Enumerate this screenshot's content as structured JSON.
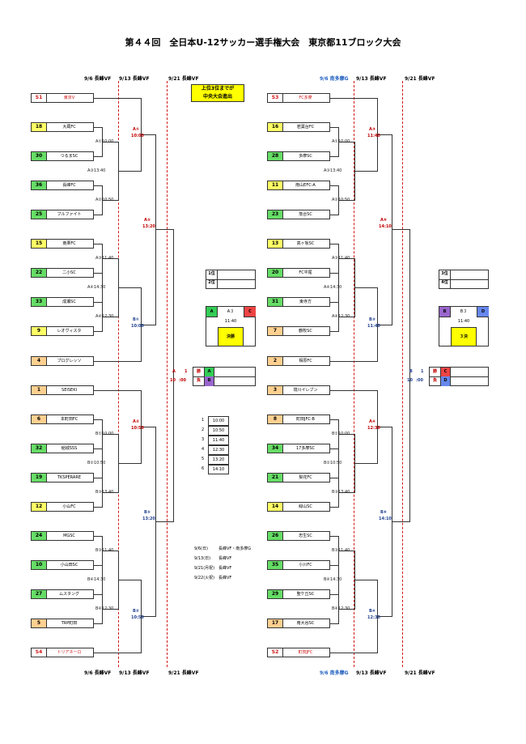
{
  "title": "第４４回　全日本U-12サッカー選手権大会　東京都11ブロック大会",
  "headers": {
    "r1_left": "9/6 長峰VF",
    "r2_left": "9/13 長峰VF",
    "r3_left": "9/21 長峰VF",
    "r1_right": "9/6 南多摩G",
    "r2_right": "9/13 長峰VF",
    "r3_right": "9/21 長峰VF"
  },
  "notice": [
    "上位3位までが",
    "中央大会進出"
  ],
  "left_teams": [
    {
      "seed": "S1",
      "name": "東京V"
    },
    {
      "seed": "18",
      "name": "大蔵FC"
    },
    {
      "seed": "30",
      "name": "つるまSC"
    },
    {
      "seed": "36",
      "name": "長峰FC"
    },
    {
      "seed": "25",
      "name": "ブルファイト"
    },
    {
      "seed": "15",
      "name": "南栗FC"
    },
    {
      "seed": "22",
      "name": "二小SC"
    },
    {
      "seed": "33",
      "name": "成瀬SC"
    },
    {
      "seed": "9",
      "name": "レオヴィスタ"
    },
    {
      "seed": "4",
      "name": "プログレッソ"
    },
    {
      "seed": "1",
      "name": "SEISEKI"
    },
    {
      "seed": "6",
      "name": "本町田FC"
    },
    {
      "seed": "32",
      "name": "稲城SSS"
    },
    {
      "seed": "19",
      "name": "TKSPERARE"
    },
    {
      "seed": "12",
      "name": "小山FC"
    },
    {
      "seed": "24",
      "name": "MGSC"
    },
    {
      "seed": "10",
      "name": "小山田SC"
    },
    {
      "seed": "27",
      "name": "ムスタング"
    },
    {
      "seed": "5",
      "name": "TRP町田"
    },
    {
      "seed": "S4",
      "name": "トリアネーロ"
    }
  ],
  "right_teams": [
    {
      "seed": "S3",
      "name": "FC多摩"
    },
    {
      "seed": "16",
      "name": "若葉台FC"
    },
    {
      "seed": "28",
      "name": "多摩SC"
    },
    {
      "seed": "11",
      "name": "南山EFC-A"
    },
    {
      "seed": "23",
      "name": "落合SC"
    },
    {
      "seed": "13",
      "name": "高ヶ坂SC"
    },
    {
      "seed": "20",
      "name": "FC平尾"
    },
    {
      "seed": "31",
      "name": "東寺方"
    },
    {
      "seed": "7",
      "name": "鶴牧SC"
    },
    {
      "seed": "2",
      "name": "相原FC"
    },
    {
      "seed": "3",
      "name": "境川イレブン"
    },
    {
      "seed": "8",
      "name": "町田JFC-B"
    },
    {
      "seed": "34",
      "name": "17多摩SC"
    },
    {
      "seed": "21",
      "name": "梨花FC"
    },
    {
      "seed": "14",
      "name": "緑山SC"
    },
    {
      "seed": "26",
      "name": "忠生SC"
    },
    {
      "seed": "35",
      "name": "小川FC"
    },
    {
      "seed": "29",
      "name": "聖ケ丘SC"
    },
    {
      "seed": "17",
      "name": "南大谷SC"
    },
    {
      "seed": "S2",
      "name": "町田JFC"
    }
  ],
  "left_match_labels": [
    {
      "text": "A①10:00"
    },
    {
      "text": "A②10:50"
    },
    {
      "text": "A③13:40"
    },
    {
      "text": "A③11:40"
    },
    {
      "text": "A④14:30"
    },
    {
      "text": "A④12:30"
    },
    {
      "text": "B①10:00"
    },
    {
      "text": "B②10:50"
    },
    {
      "text": "B③13:40"
    },
    {
      "text": "B③11:40"
    },
    {
      "text": "B④14:30"
    },
    {
      "text": "B④12:30"
    }
  ],
  "right_match_labels": [
    {
      "text": "A①10:00"
    },
    {
      "text": "A②10:50"
    },
    {
      "text": "A③13:40"
    },
    {
      "text": "A③11:40"
    },
    {
      "text": "A④14:30"
    },
    {
      "text": "A④12:30"
    },
    {
      "text": "B①10:00"
    },
    {
      "text": "B②10:50"
    },
    {
      "text": "B③13:40"
    },
    {
      "text": "B③11:40"
    },
    {
      "text": "B④14:30"
    },
    {
      "text": "B④12:30"
    }
  ],
  "r2_labels_left": [
    {
      "code": "A①",
      "time": "10:00"
    },
    {
      "code": "A⑤",
      "time": "13:20"
    },
    {
      "code": "B①",
      "time": "10:00"
    },
    {
      "code": "A②",
      "time": "10:50"
    },
    {
      "code": "B⑤",
      "time": "13:20"
    },
    {
      "code": "B②",
      "time": "10:50"
    }
  ],
  "r2_labels_right": [
    {
      "code": "A③",
      "time": "11:40"
    },
    {
      "code": "A⑥",
      "time": "14:10"
    },
    {
      "code": "B③",
      "time": "11:40"
    },
    {
      "code": "A④",
      "time": "12:30"
    },
    {
      "code": "B⑥",
      "time": "14:10"
    },
    {
      "code": "B④",
      "time": "12:30"
    }
  ],
  "final_left": {
    "rank1": "1位",
    "rank2": "2位",
    "a": "A",
    "code": "A３",
    "c": "C",
    "time": "11:40",
    "label": "決勝"
  },
  "final_right": {
    "rank1": "3位",
    "rank2": "4位",
    "b": "B",
    "code": "B３",
    "d": "D",
    "time": "11:40",
    "label": "３決"
  },
  "semi_left": {
    "code": "A",
    "num": "1",
    "time": "10",
    "time2": ":00",
    "win": "勝",
    "win_key": "A",
    "lose": "負",
    "lose_key": "B"
  },
  "semi_right": {
    "code": "B",
    "num": "1",
    "time": "10",
    "time2": ":00",
    "win": "勝",
    "win_key": "C",
    "lose": "負",
    "lose_key": "D"
  },
  "time_table": [
    {
      "n": "1",
      "t": "10:00"
    },
    {
      "n": "2",
      "t": "10:50"
    },
    {
      "n": "3",
      "t": "11:40"
    },
    {
      "n": "4",
      "t": "12:30"
    },
    {
      "n": "5",
      "t": "13:20"
    },
    {
      "n": "6",
      "t": "14:10"
    }
  ],
  "schedule": [
    {
      "d": "9/6(日)",
      "v": "長峰VF・南多摩G"
    },
    {
      "d": "9/13(日)",
      "v": "長峰VF"
    },
    {
      "d": "9/21(月祝)",
      "v": "長峰VF"
    },
    {
      "d": "9/22(火祝)",
      "v": "長峰VF"
    }
  ],
  "colors": {
    "seed_yellow": "#ffff66",
    "seed_green": "#66dd66",
    "seed_orange": "#ffd090",
    "final_green": "#33cc55",
    "final_red": "#ee4444",
    "final_purple": "#9966cc",
    "final_blue": "#6688ee",
    "notice": "#ffff00",
    "red": "#d01818"
  }
}
